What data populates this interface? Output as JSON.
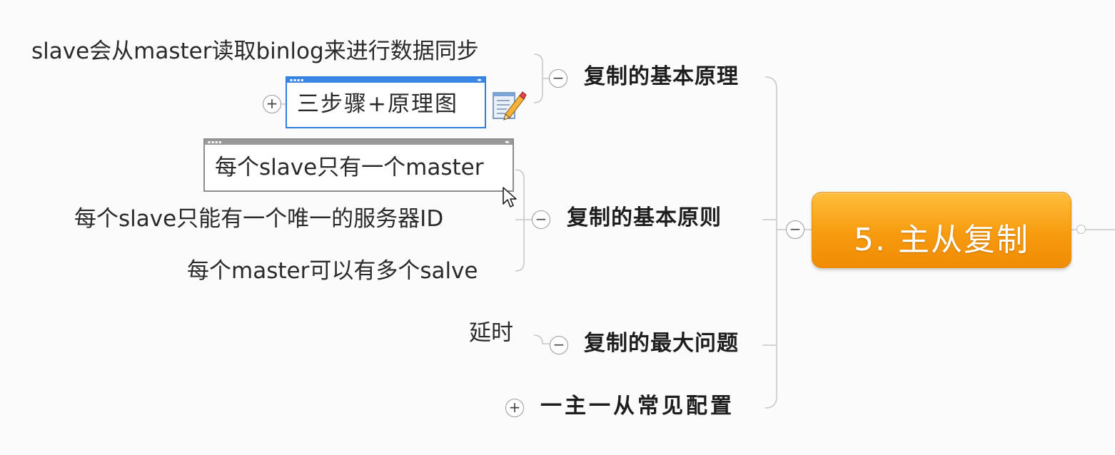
{
  "root": {
    "label": "5. 主从复制"
  },
  "branches": [
    {
      "label": "复制的基本原理",
      "toggle": "−",
      "children": [
        {
          "label": "slave会从master读取binlog来进行数据同步"
        },
        {
          "label": "三步骤+原理图",
          "toggle": "+",
          "editing": true
        }
      ]
    },
    {
      "label": "复制的基本原则",
      "toggle": "−",
      "children": [
        {
          "label": "每个slave只有一个master",
          "editing": true
        },
        {
          "label": "每个slave只能有一个唯一的服务器ID"
        },
        {
          "label": "每个master可以有多个salve"
        }
      ]
    },
    {
      "label": "复制的最大问题",
      "toggle": "−",
      "children": [
        {
          "label": "延时"
        }
      ]
    },
    {
      "label": "一主一从常见配置",
      "toggle": "+",
      "children": []
    }
  ],
  "root_toggle": "−",
  "colors": {
    "root_fill": "#f79b0f",
    "root_text": "#ffffff",
    "connector": "#c8c8c8",
    "edit_border_active": "#2f7fe0",
    "edit_border_inactive": "#8c8c8c"
  },
  "icons": [
    "note-icon",
    "mouse-cursor-icon"
  ]
}
